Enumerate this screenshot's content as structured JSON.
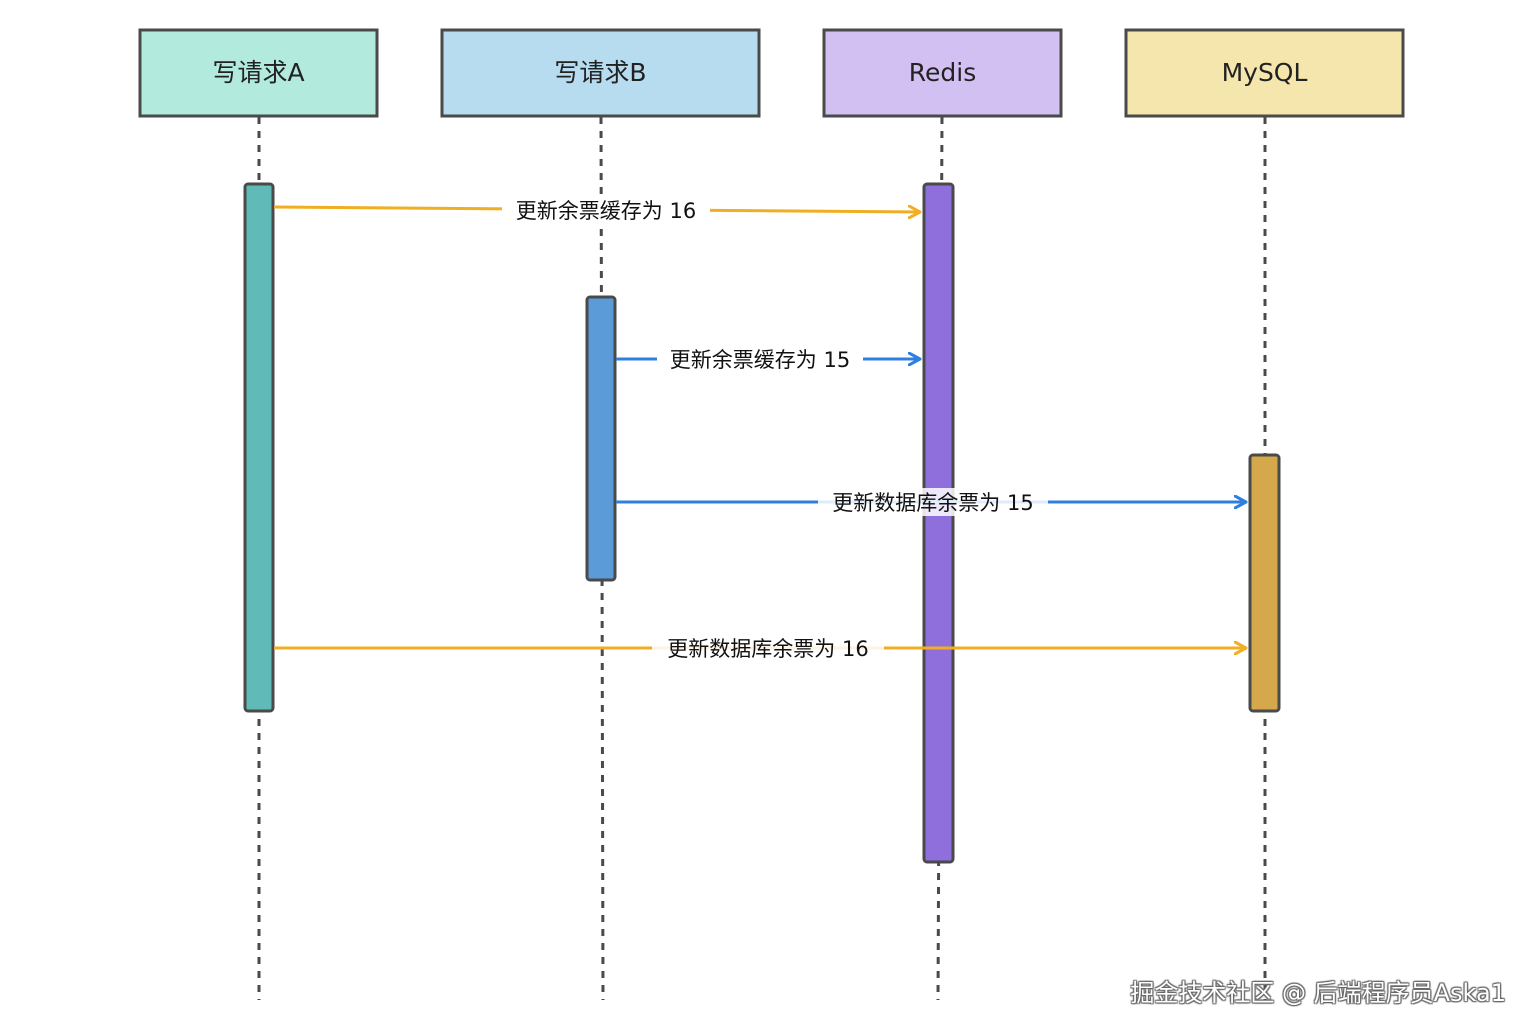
{
  "actors": [
    {
      "id": "write-a",
      "label": "写请求A",
      "fill": "#b2eadd"
    },
    {
      "id": "write-b",
      "label": "写请求B",
      "fill": "#b7dcf0"
    },
    {
      "id": "redis",
      "label": "Redis",
      "fill": "#d3c0f2"
    },
    {
      "id": "mysql",
      "label": "MySQL",
      "fill": "#f5e6ad"
    }
  ],
  "activations": [
    {
      "actor": "write-a",
      "fill": "#5fbab8"
    },
    {
      "actor": "write-b",
      "fill": "#5a9bd8"
    },
    {
      "actor": "redis",
      "fill": "#8f6fdc"
    },
    {
      "actor": "mysql",
      "fill": "#d4a84b"
    }
  ],
  "messages": [
    {
      "from": "write-a",
      "to": "redis",
      "label": "更新余票缓存为 16",
      "color": "#f0ae22"
    },
    {
      "from": "write-b",
      "to": "redis",
      "label": "更新余票缓存为 15",
      "color": "#2f7fe0"
    },
    {
      "from": "write-b",
      "to": "mysql",
      "label": "更新数据库余票为 15",
      "color": "#2f7fe0"
    },
    {
      "from": "write-a",
      "to": "mysql",
      "label": "更新数据库余票为 16",
      "color": "#f0ae22"
    }
  ],
  "watermark": "掘金技术社区 @ 后端程序员Aska1",
  "colors": {
    "stroke": "#4a4a4a"
  }
}
